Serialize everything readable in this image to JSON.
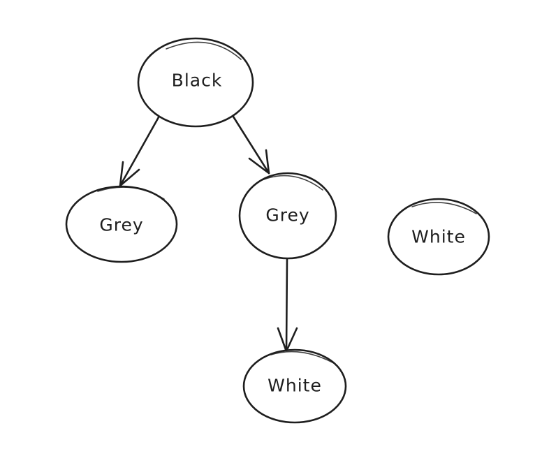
{
  "diagram": {
    "stroke_color": "#1e1e1e",
    "background_color": "#ffffff",
    "nodes": [
      {
        "id": "black",
        "label": "Black"
      },
      {
        "id": "grey_left",
        "label": "Grey"
      },
      {
        "id": "grey_mid",
        "label": "Grey"
      },
      {
        "id": "white_bottom",
        "label": "White"
      },
      {
        "id": "white_right",
        "label": "White"
      }
    ],
    "edges": [
      {
        "from": "black",
        "to": "grey_left"
      },
      {
        "from": "black",
        "to": "grey_mid"
      },
      {
        "from": "grey_mid",
        "to": "white_bottom"
      }
    ]
  }
}
